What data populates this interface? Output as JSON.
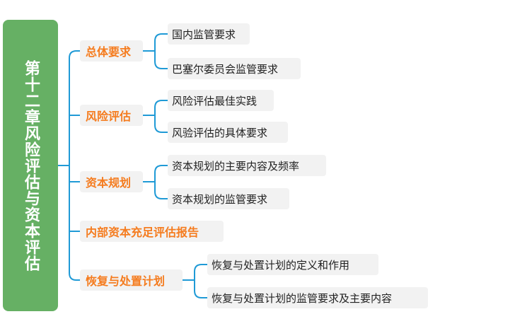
{
  "root": {
    "title": "第十二章风险评估与资本评估"
  },
  "branches": [
    {
      "label": "总体要求",
      "children": [
        "国内监管要求",
        "巴塞尔委员会监管要求"
      ]
    },
    {
      "label": "风险评估",
      "children": [
        "风险评估最佳实践",
        "风验评估的具体要求"
      ]
    },
    {
      "label": "资本规划",
      "children": [
        "资本规划的主要内容及频率",
        "资本规划的监管要求"
      ]
    },
    {
      "label": "内部资本充足评估报告",
      "children": []
    },
    {
      "label": "恢复与处置计划",
      "children": [
        "恢复与处置计划的定义和作用",
        "恢复与处置计划的监管要求及主要内容"
      ]
    }
  ],
  "colors": {
    "root_bg": "#66b064",
    "root_text": "#ffffff",
    "branch_text": "#f57c1f",
    "connector": "#1f9ad6",
    "node_bg": "#f2f2f2"
  }
}
